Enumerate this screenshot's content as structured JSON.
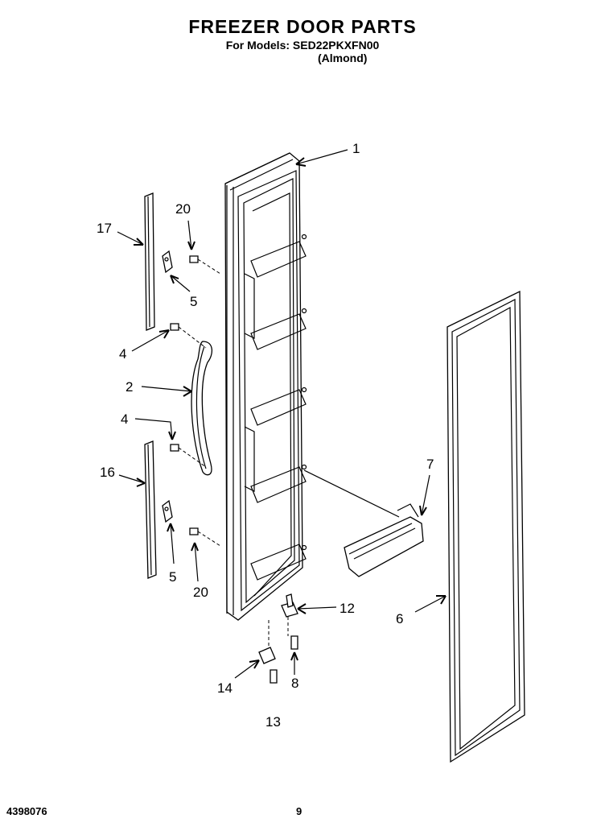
{
  "header": {
    "title": "FREEZER DOOR PARTS",
    "models_line": "For Models: SED22PKXFN00",
    "color_line": "(Almond)"
  },
  "callouts": {
    "c1": "1",
    "c2": "2",
    "c4a": "4",
    "c4b": "4",
    "c5a": "5",
    "c5b": "5",
    "c6": "6",
    "c7": "7",
    "c8": "8",
    "c12": "12",
    "c13": "13",
    "c14": "14",
    "c16": "16",
    "c17": "17",
    "c20a": "20",
    "c20b": "20"
  },
  "footer": {
    "doc_number": "4398076",
    "page_number": "9"
  }
}
